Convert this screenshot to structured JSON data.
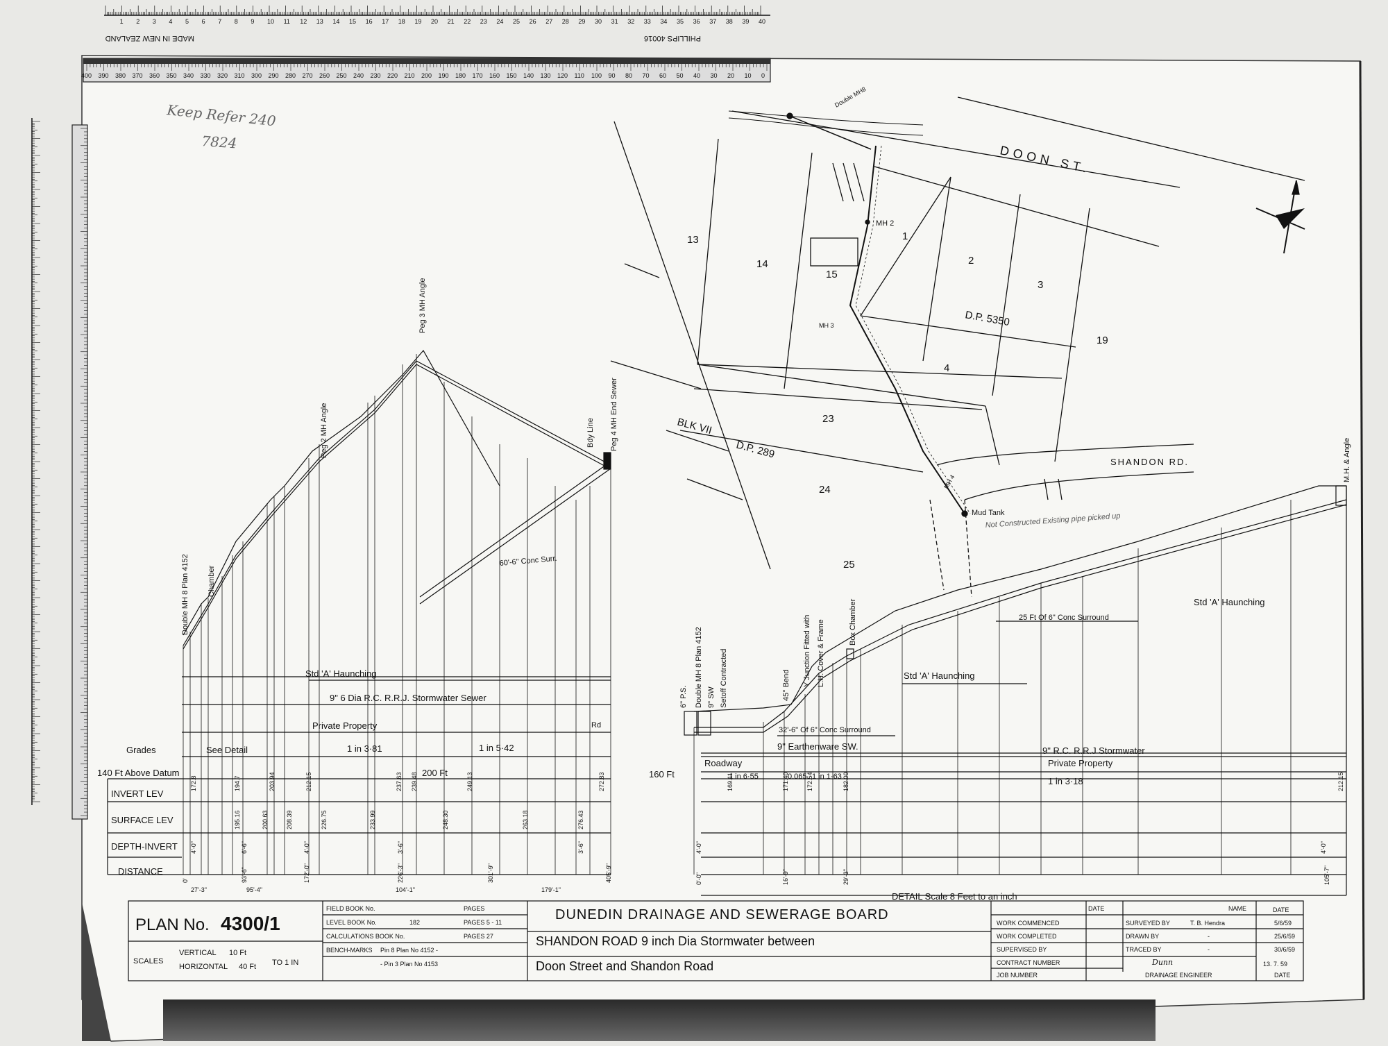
{
  "rulers": {
    "top_cm_labels": [
      "1",
      "2",
      "3",
      "4",
      "5",
      "6",
      "7",
      "8",
      "9",
      "10",
      "11",
      "12",
      "13",
      "14",
      "15",
      "16",
      "17",
      "18",
      "19",
      "20",
      "21",
      "22",
      "23",
      "24",
      "25",
      "26",
      "27",
      "28",
      "29",
      "30",
      "31",
      "32",
      "33",
      "34",
      "35",
      "36",
      "37",
      "38",
      "39",
      "40"
    ],
    "top_made_in": "MADE IN NEW ZEALAND",
    "top_brand": "PHILLIPS 40016",
    "scale_ruler_labels": [
      "400",
      "390",
      "380",
      "370",
      "360",
      "350",
      "340",
      "330",
      "320",
      "310",
      "300",
      "290",
      "280",
      "270",
      "260",
      "250",
      "240",
      "230",
      "220",
      "210",
      "200",
      "190",
      "180",
      "170",
      "160",
      "150",
      "140",
      "130",
      "120",
      "110",
      "100",
      "90",
      "80",
      "70",
      "60",
      "50",
      "40",
      "30",
      "20",
      "10",
      "0"
    ]
  },
  "handwritten": {
    "note1": "Keep Refer 240",
    "note2": "7824"
  },
  "site_plan": {
    "street_doon": "DOON ST.",
    "street_shandon": "SHANDON RD.",
    "dp_5350": "D.P. 5350",
    "dp_289": "D.P. 289",
    "blk": "BLK VII",
    "mh2": "MH 2",
    "mh3": "MH 3",
    "mh4": "MH 4",
    "mud_tank": "Mud Tank",
    "note": "Not Constructed Existing pipe picked up",
    "double_mh": "Double MH8",
    "lot_labels": [
      "13",
      "14",
      "15",
      "1",
      "2",
      "3",
      "19",
      "4",
      "23",
      "24",
      "25"
    ]
  },
  "profile_left": {
    "labels": [
      "Double MH 8 Plan 4152",
      "Chamber",
      "Peg 2 MH Angle",
      "Peg 3 MH Angle",
      "Bdy Line",
      "Peg 4 MH End Sewer"
    ],
    "concrete_note": "60'-6\" Conc Surr.",
    "haunching": "Std 'A' Haunching",
    "sewer": "9\" 6 Dia R.C. R.R.J. Stormwater Sewer",
    "private_property": "Private Property",
    "rd": "Rd",
    "grades_label": "Grades",
    "grade_see_detail": "See Detail",
    "grade_1": "1 in 3·81",
    "grade_2": "1 in 5·42",
    "datum": "140 Ft Above Datum",
    "datum_200": "200 Ft",
    "rows": [
      "INVERT LEV",
      "SURFACE LEV",
      "DEPTH-INVERT",
      "DISTANCE"
    ],
    "invert_values": [
      "172.8",
      "194.7",
      "203.94",
      "212.15",
      "237.63",
      "239.48",
      "249.13",
      "272.83"
    ],
    "surface_values": [
      "195.16",
      "200.63",
      "208.39",
      "226.75",
      "233.99",
      "248.30",
      "263.18",
      "276.43"
    ],
    "depth_values": [
      "4'-0\"",
      "6'-6\"",
      "4'-0\"",
      "3'-6\"",
      "3'-6\""
    ],
    "distance_values": [
      "0'",
      "93'-6\"",
      "172'-0\"",
      "226'-3\"",
      "301'-9\"",
      "405'-9\""
    ],
    "span_labels": [
      "27'-3\"",
      "95'-4\"",
      "104'-1\"",
      "179'-1\""
    ]
  },
  "profile_right": {
    "labels": [
      "6\" P.S.",
      "Double MH 8 Plan 4152",
      "9\" SW",
      "Setoff Contracted",
      "45° Bend",
      "Y Junction Fitted with",
      "L.H. Cover & Frame",
      "Box Chamber",
      "M.H. & Angle"
    ],
    "haunching_mid": "Std 'A' Haunching",
    "haunching_right": "Std 'A' Haunching",
    "conc_25": "25 Ft Of 6\" Conc Surround",
    "conc_32": "32'-6\" Of 6\" Conc Surround",
    "earthenware": "9\" Earthenware SW.",
    "rc_stormwater": "9\" R.C. R.R.J Stormwater",
    "private_property": "Private Property",
    "roadway": "Roadway",
    "datum": "160 Ft",
    "grade_a": "1 in 6·55",
    "grade_b": "1 in 1·63",
    "grade_c": "1 in 3·18",
    "grade_b_prefix": "0.065",
    "invert_values": [
      "169.11",
      "171.40",
      "172.54",
      "182.00",
      "212.15"
    ],
    "depth_values": [
      "4'-0\"",
      "4'-0\""
    ],
    "distance_values": [
      "0'-0\"",
      "16'-9\"",
      "29'-3\"",
      "105'-7\""
    ],
    "detail_scale": "DETAIL   Scale 8 Feet to an inch"
  },
  "title_block": {
    "plan_label": "PLAN No.",
    "plan_number": "4300/1",
    "scales_label": "SCALES",
    "vertical": "VERTICAL",
    "vertical_val": "10 Ft",
    "horizontal": "HORIZONTAL",
    "horizontal_val": "40 Ft",
    "to": "TO 1 IN",
    "field_book": "FIELD BOOK No.",
    "level_book": "LEVEL BOOK No.",
    "level_book_no": "182",
    "calc_book": "CALCULATIONS BOOK No.",
    "bench_marks": "BENCH-MARKS",
    "bench_1": "Pin 8  Plan No 4152 -",
    "bench_2": "- Pin 3  Plan No 4153",
    "pages_header": "PAGES",
    "pages_level": "PAGES 5 - 11",
    "pages_calc": "PAGES 27",
    "board": "DUNEDIN DRAINAGE AND SEWERAGE BOARD",
    "title_line1": "SHANDON ROAD   9 inch Dia Stormwater  between",
    "title_line2": "Doon Street and Shandon Road",
    "work_commenced": "WORK COMMENCED",
    "work_completed": "WORK COMPLETED",
    "supervised_by": "SUPERVISED BY",
    "contract_number": "CONTRACT NUMBER",
    "job_number": "JOB NUMBER",
    "date_header": "DATE",
    "surveyed_by": "SURVEYED BY",
    "drawn_by": "DRAWN BY",
    "traced_by": "TRACED BY",
    "name_header": "NAME",
    "surveyor": "T. B. Hendra",
    "drawn_name": "-",
    "traced_name": "-",
    "date_col": "DATE",
    "date_surveyed": "5/6/59",
    "date_drawn": "25/6/59",
    "date_traced": "30/6/59",
    "engineer_signature": "Dunn",
    "engineer_date": "13. 7. 59",
    "drainage_engineer": "DRAINAGE ENGINEER",
    "date_footer": "DATE"
  }
}
